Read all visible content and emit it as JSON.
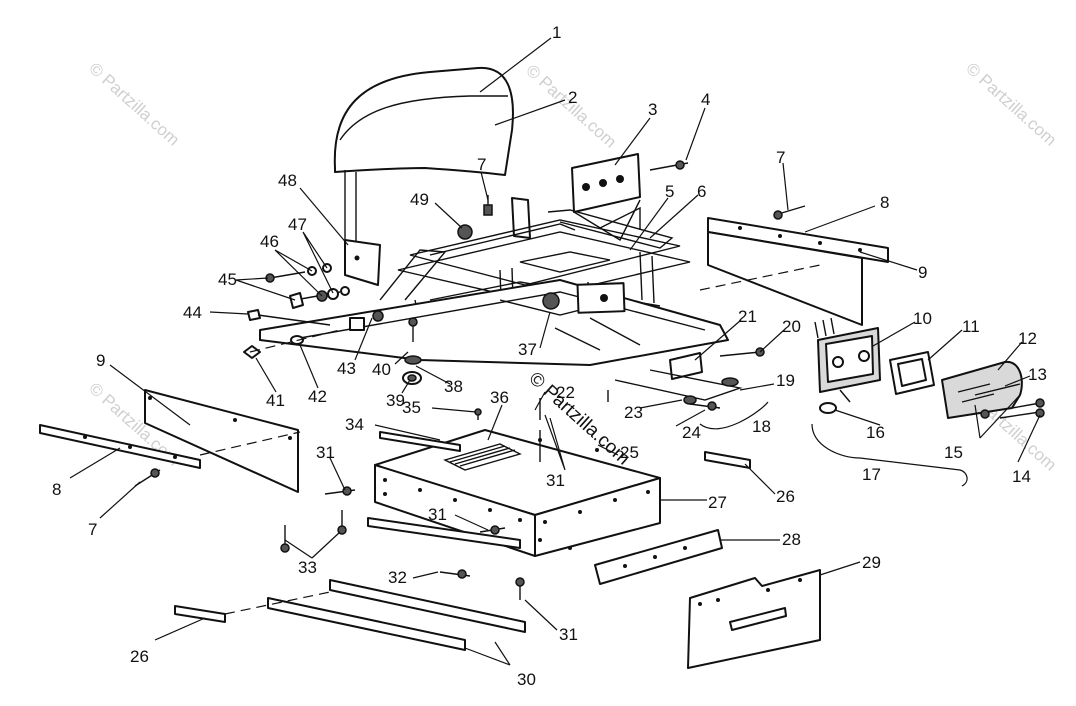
{
  "watermark": {
    "text": "© Partzilla.com",
    "center_text": "© Partzilla.com"
  },
  "callouts": {
    "c1": "1",
    "c2": "2",
    "c3": "3",
    "c4": "4",
    "c5": "5",
    "c6": "6",
    "c7a": "7",
    "c7b": "7",
    "c7c": "7",
    "c8a": "8",
    "c8b": "8",
    "c9a": "9",
    "c9b": "9",
    "c10": "10",
    "c11": "11",
    "c12": "12",
    "c13": "13",
    "c14": "14",
    "c15": "15",
    "c16": "16",
    "c17": "17",
    "c18": "18",
    "c19": "19",
    "c20": "20",
    "c21": "21",
    "c22": "22",
    "c23": "23",
    "c24": "24",
    "c25": "25",
    "c26a": "26",
    "c26b": "26",
    "c27": "27",
    "c28": "28",
    "c29": "29",
    "c30": "30",
    "c31a": "31",
    "c31b": "31",
    "c31c": "31",
    "c31d": "31",
    "c32": "32",
    "c33": "33",
    "c34": "34",
    "c35": "35",
    "c36": "36",
    "c37": "37",
    "c38": "38",
    "c39": "39",
    "c40": "40",
    "c41": "41",
    "c42": "42",
    "c43": "43",
    "c44": "44",
    "c45": "45",
    "c46": "46",
    "c47": "47",
    "c48": "48",
    "c49": "49"
  }
}
